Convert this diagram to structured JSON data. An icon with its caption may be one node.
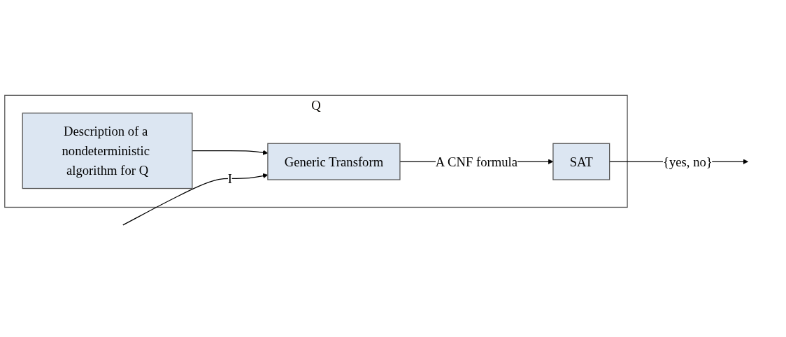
{
  "diagram": {
    "nodes": [
      {
        "text": [
          "Q"
        ]
      },
      {
        "text": [
          "Description of a nondeterministic algorithm for Q"
        ],
        "in": 0
      },
      {
        "text": [
          "Generic Transform"
        ],
        "in": 0
      },
      {
        "text": [
          "SAT"
        ],
        "in": 0
      }
    ],
    "edges": [
      {
        "from": 1,
        "to": 2,
        "arrow": "to"
      },
      {
        "from": null,
        "to": 2,
        "arrow": "to",
        "label": "I"
      },
      {
        "from": 2,
        "to": 3,
        "arrow": "to",
        "label": "A CNF formula"
      },
      {
        "from": 3,
        "to": null,
        "arrow": "to",
        "label": "{yes, no}"
      }
    ]
  }
}
